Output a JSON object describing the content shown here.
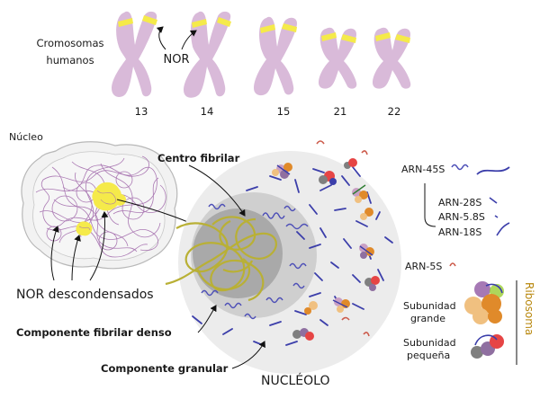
{
  "chromosomes": {
    "title_line1": "Cromosomas",
    "title_line2": "humanos",
    "nor_label": "NOR",
    "numbers": [
      "13",
      "14",
      "15",
      "21",
      "22"
    ]
  },
  "nucleus": {
    "label": "Núcleo",
    "nor_label": "NOR descondensados"
  },
  "nucleolus": {
    "fibrillar_center": "Centro fibrilar",
    "dense_fibrillar": "Componente fibrilar denso",
    "granular": "Componente granular",
    "title": "NUCLÉOLO"
  },
  "legend": {
    "arn45": "ARN-45S",
    "arn28": "ARN-28S",
    "arn58": "ARN-5.8S",
    "arn18": "ARN-18S",
    "arn5": "ARN-5S",
    "large_line1": "Subunidad",
    "large_line2": "grande",
    "small_line1": "Subunidad",
    "small_line2": "pequeña",
    "ribosome": "Ribosoma"
  },
  "colors": {
    "chromosome": "#d9bad9",
    "nor_band": "#f5ea4a",
    "rna": "#3b3eaa",
    "fibrillar_loop": "#b9b035",
    "ribosome_accent": "#b7860b"
  }
}
